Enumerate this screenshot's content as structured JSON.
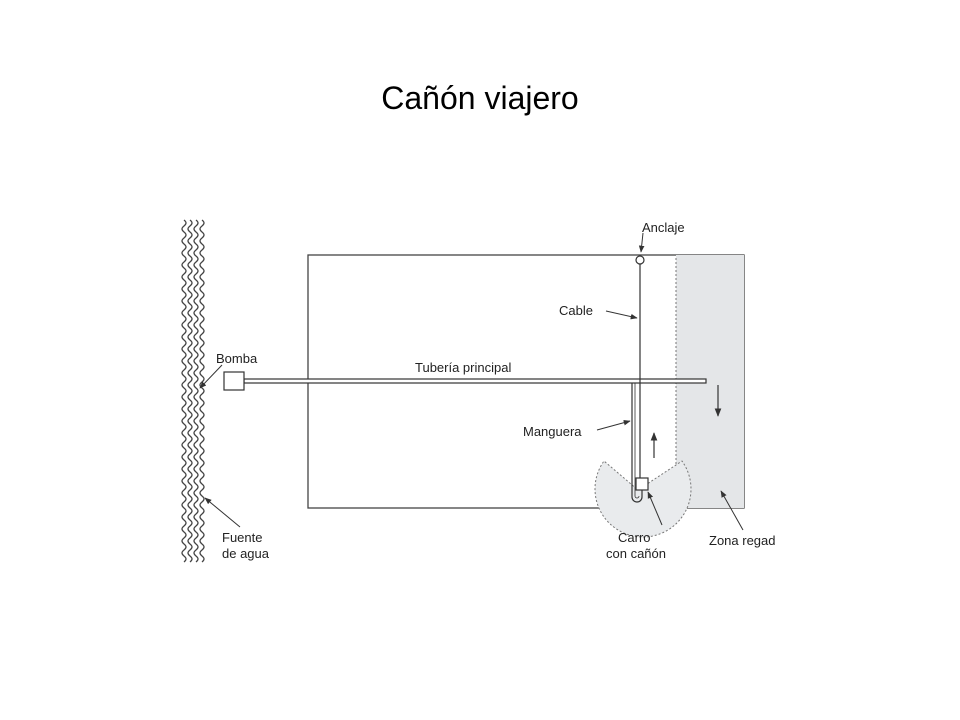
{
  "title": "Cañón viajero",
  "labels": {
    "anclaje": "Anclaje",
    "cable": "Cable",
    "bomba": "Bomba",
    "tuberia": "Tubería principal",
    "manguera": "Manguera",
    "fuente_line1": "Fuente",
    "fuente_line2": "de agua",
    "carro_line1": "Carro",
    "carro_line2": "con cañón",
    "zona": "Zona regad"
  },
  "colors": {
    "line": "#333333",
    "irrigated_zone": "#e4e6e8",
    "spray_area": "#e9ebed"
  }
}
